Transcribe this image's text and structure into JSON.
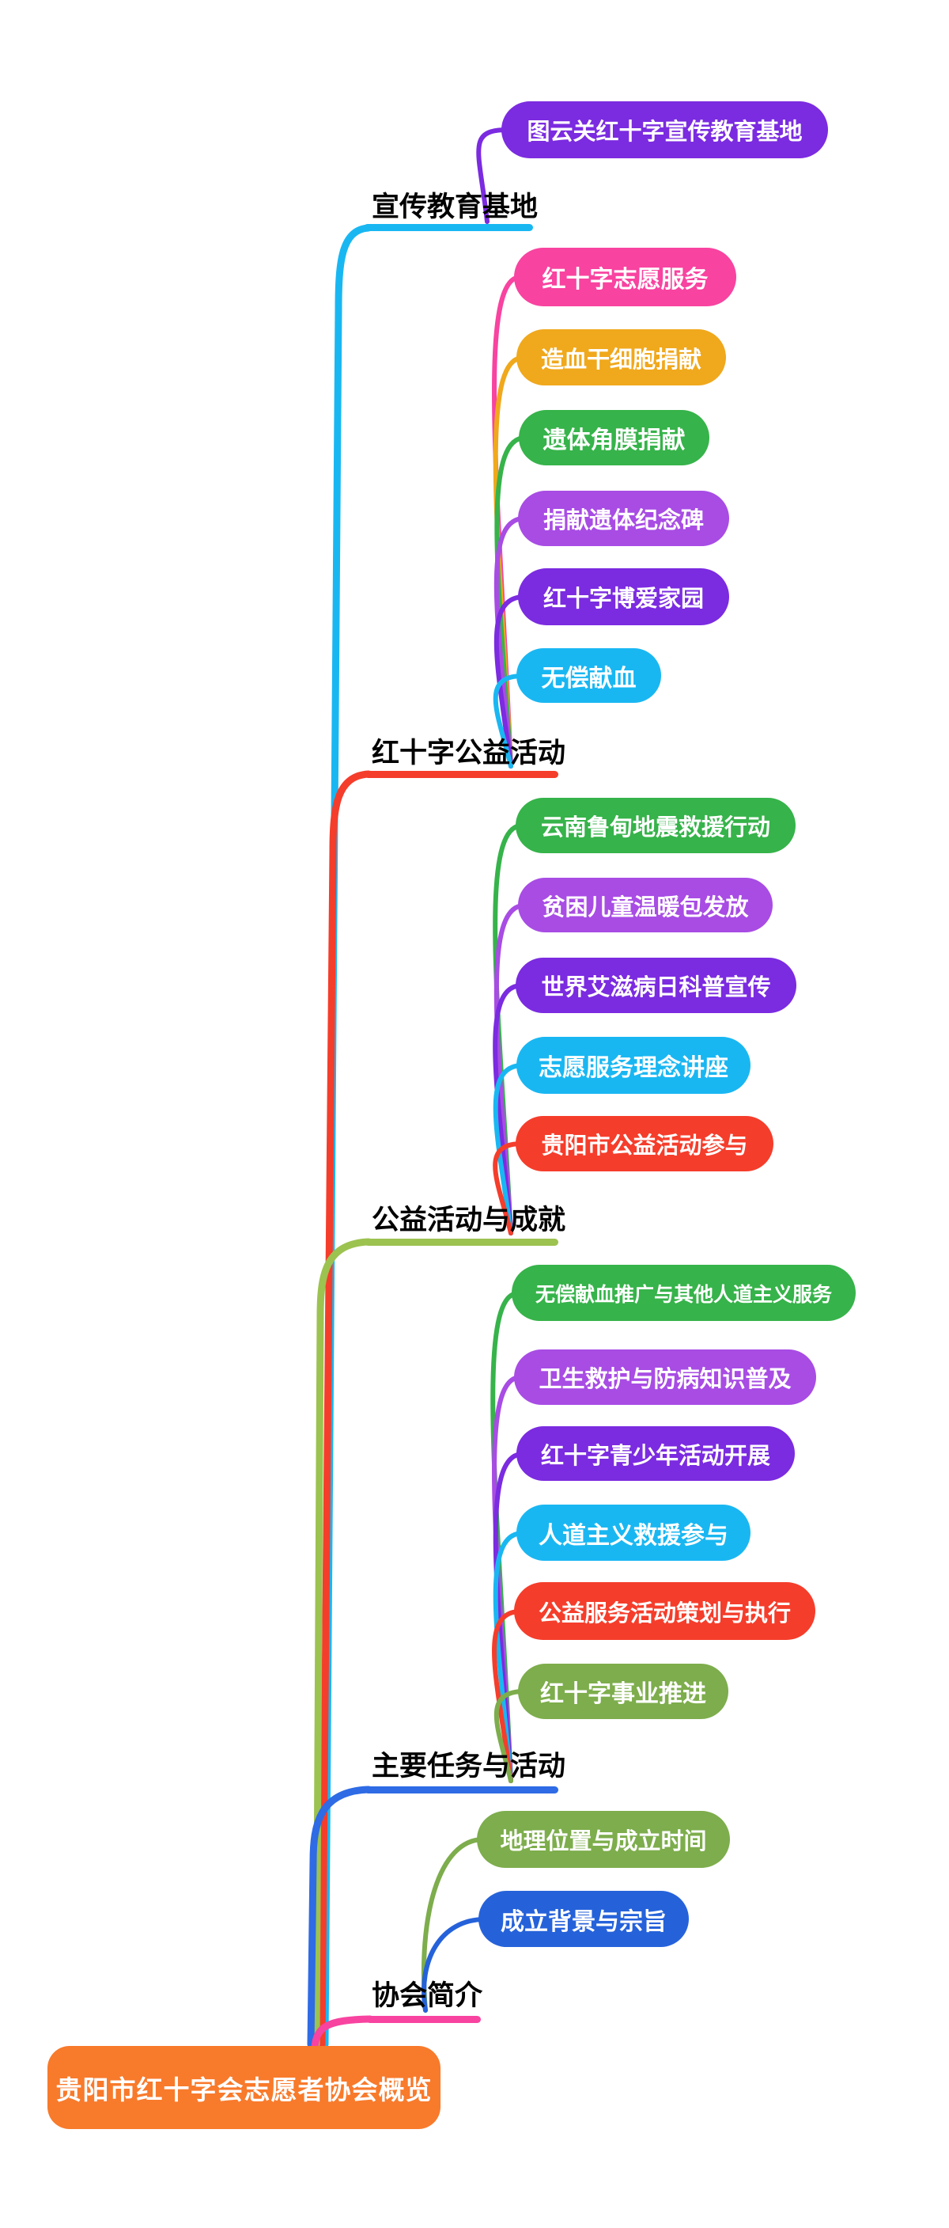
{
  "root": {
    "text": "贵阳市红十字会志愿者协会概览",
    "color": "#f87a2b"
  },
  "branches": [
    {
      "label": "宣传教育基地",
      "color": "#19b7f2",
      "children": [
        {
          "text": "图云关红十字宣传教育基地",
          "color": "#7b2be0"
        }
      ]
    },
    {
      "label": "红十字公益活动",
      "color": "#f53d2b",
      "children": [
        {
          "text": "红十字志愿服务",
          "color": "#f843a0"
        },
        {
          "text": "造血干细胞捐献",
          "color": "#f0a81c"
        },
        {
          "text": "遗体角膜捐献",
          "color": "#36b34a"
        },
        {
          "text": "捐献遗体纪念碑",
          "color": "#a84ce4"
        },
        {
          "text": "红十字博爱家园",
          "color": "#7b2be0"
        },
        {
          "text": "无偿献血",
          "color": "#19b7f2"
        }
      ]
    },
    {
      "label": "公益活动与成就",
      "color": "#9cc250",
      "children": [
        {
          "text": "云南鲁甸地震救援行动",
          "color": "#36b34a"
        },
        {
          "text": "贫困儿童温暖包发放",
          "color": "#a84ce4"
        },
        {
          "text": "世界艾滋病日科普宣传",
          "color": "#7b2be0"
        },
        {
          "text": "志愿服务理念讲座",
          "color": "#19b7f2"
        },
        {
          "text": "贵阳市公益活动参与",
          "color": "#f53d2b"
        }
      ]
    },
    {
      "label": "主要任务与活动",
      "color": "#2e6be5",
      "children": [
        {
          "text": "无偿献血推广与其他人道主义服务",
          "color": "#36b34a"
        },
        {
          "text": "卫生救护与防病知识普及",
          "color": "#a84ce4"
        },
        {
          "text": "红十字青少年活动开展",
          "color": "#7b2be0"
        },
        {
          "text": "人道主义救援参与",
          "color": "#19b7f2"
        },
        {
          "text": "公益服务活动策划与执行",
          "color": "#f53d2b"
        },
        {
          "text": "红十字事业推进",
          "color": "#7dad4c"
        }
      ]
    },
    {
      "label": "协会简介",
      "color": "#f843a0",
      "children": [
        {
          "text": "地理位置与成立时间",
          "color": "#7dad4c"
        },
        {
          "text": "成立背景与宗旨",
          "color": "#2562da"
        }
      ]
    }
  ]
}
